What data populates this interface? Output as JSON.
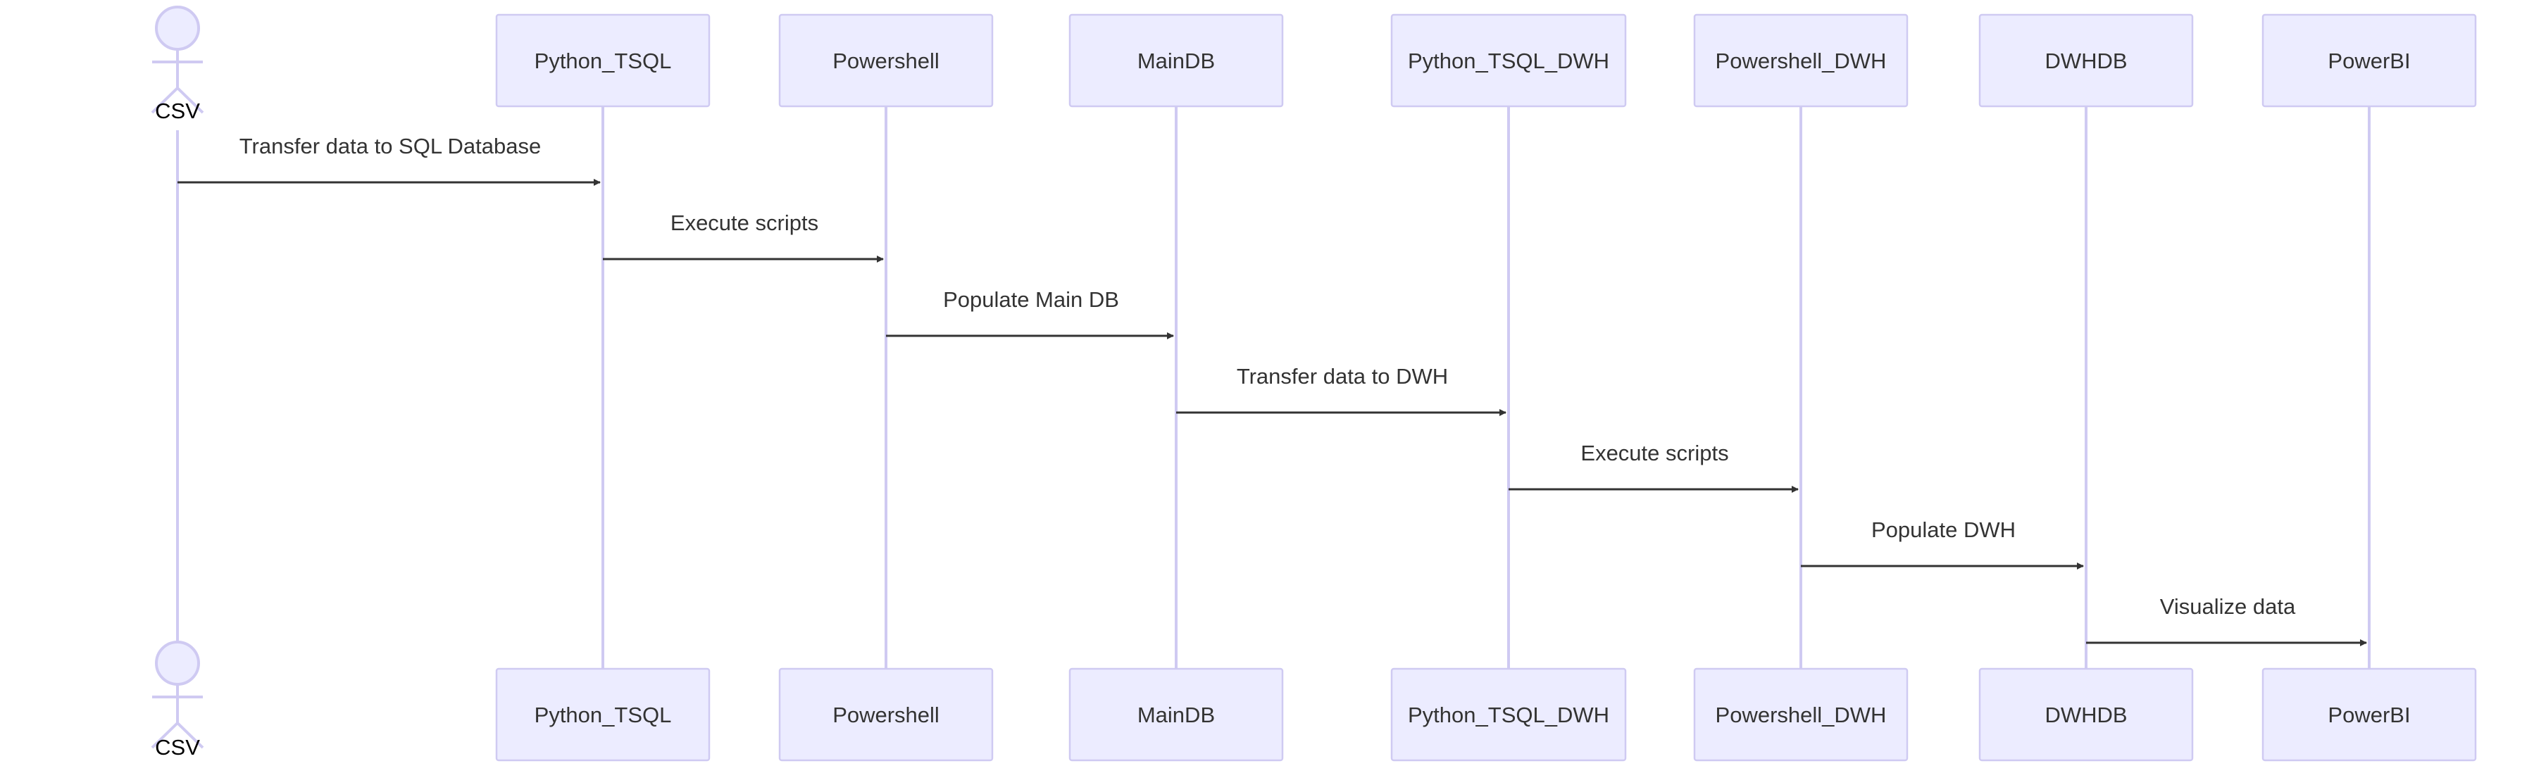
{
  "actor": {
    "name": "CSV"
  },
  "participants": [
    {
      "id": "python_tsql",
      "name": "Python_TSQL"
    },
    {
      "id": "powershell",
      "name": "Powershell"
    },
    {
      "id": "maindb",
      "name": "MainDB"
    },
    {
      "id": "python_tsql_dwh",
      "name": "Python_TSQL_DWH"
    },
    {
      "id": "powershell_dwh",
      "name": "Powershell_DWH"
    },
    {
      "id": "dwhdb",
      "name": "DWHDB"
    },
    {
      "id": "powerbi",
      "name": "PowerBI"
    }
  ],
  "messages": [
    {
      "from": "csv",
      "to": "python_tsql",
      "label": "Transfer data to SQL Database"
    },
    {
      "from": "python_tsql",
      "to": "powershell",
      "label": "Execute scripts"
    },
    {
      "from": "powershell",
      "to": "maindb",
      "label": "Populate Main DB"
    },
    {
      "from": "maindb",
      "to": "python_tsql_dwh",
      "label": "Transfer data to DWH"
    },
    {
      "from": "python_tsql_dwh",
      "to": "powershell_dwh",
      "label": "Execute scripts"
    },
    {
      "from": "powershell_dwh",
      "to": "dwhdb",
      "label": "Populate DWH"
    },
    {
      "from": "dwhdb",
      "to": "powerbi",
      "label": "Visualize data"
    }
  ]
}
